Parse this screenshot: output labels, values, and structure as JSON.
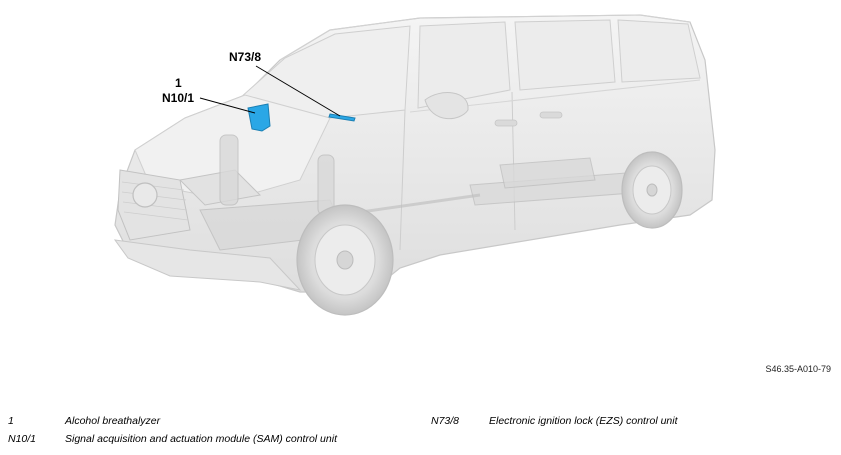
{
  "callouts": {
    "n73_8": "N73/8",
    "one": "1",
    "n10_1": "N10/1"
  },
  "figure_id": "S46.35-A010-79",
  "legend": [
    {
      "code": "1",
      "description": "Alcohol breathalyzer"
    },
    {
      "code": "N10/1",
      "description": "Signal acquisition and actuation module (SAM) control unit"
    },
    {
      "code": "N73/8",
      "description": "Electronic ignition lock (EZS) control unit"
    }
  ],
  "colors": {
    "body": "#e9e9e9",
    "outline": "#c9c9c9",
    "component_blue": "#2aa7e6",
    "leader": "#000000"
  }
}
